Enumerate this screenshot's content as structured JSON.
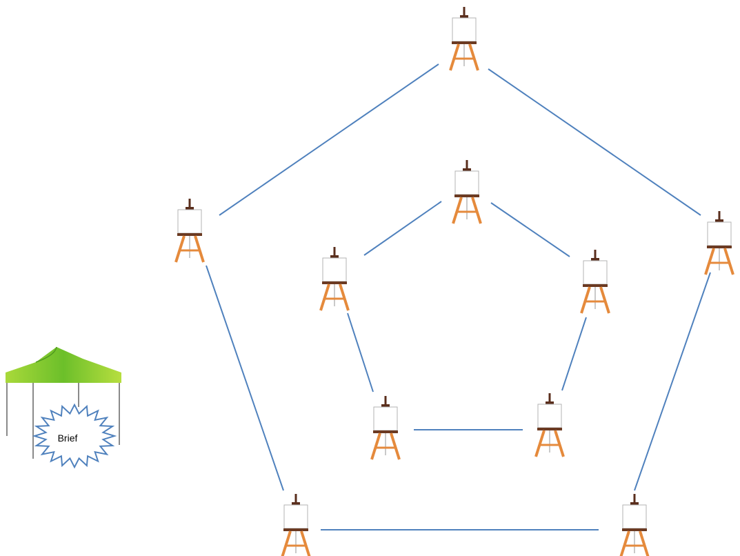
{
  "diagram": {
    "shelter_label": "Brief",
    "line_color": "#4f81bd",
    "shelter_canopy_color": "#8ccf2b",
    "starburst_outline_color": "#4f81bd",
    "easel_leg_color": "#e58a3c",
    "easel_top_color": "#5a2e1c",
    "outer_ring": [
      "easel",
      "easel",
      "easel",
      "easel",
      "easel"
    ],
    "inner_ring": [
      "easel",
      "easel",
      "easel",
      "easel",
      "easel"
    ]
  }
}
